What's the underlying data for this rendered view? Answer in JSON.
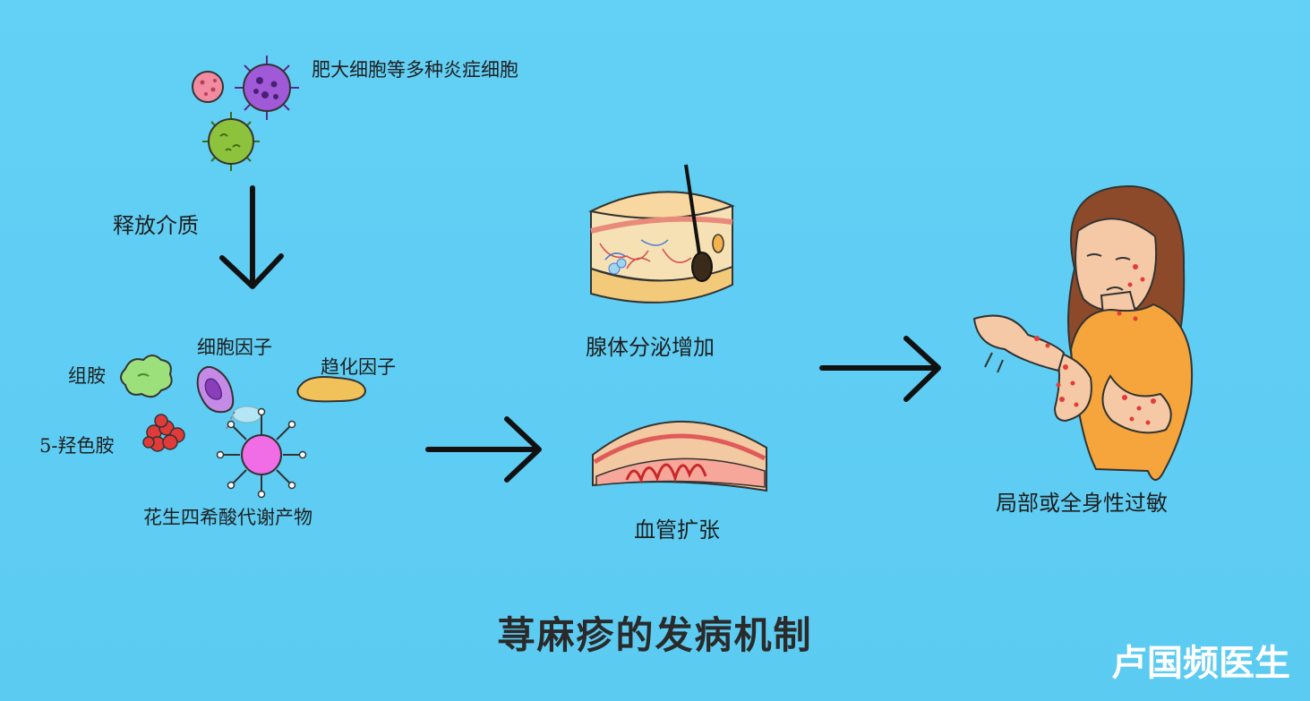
{
  "diagram": {
    "title": "荨麻疹的发病机制",
    "watermark": "卢国频医生",
    "labels": {
      "mast_cells": "肥大细胞等多种炎症细胞",
      "release": "释放介质",
      "cytokine": "细胞因子",
      "chemokine": "趋化因子",
      "histamine": "组胺",
      "serotonin": "5-羟色胺",
      "arachidonic": "花生四希酸代谢产物",
      "gland": "腺体分泌增加",
      "vessel": "血管扩张",
      "allergy": "局部或全身性过敏"
    }
  },
  "colors": {
    "background": "#5fcdf3",
    "mast_cell_pink": "#f28aa0",
    "mast_cell_purple": "#a05ad8",
    "mast_cell_green": "#8cc23c",
    "histamine_green": "#9be07a",
    "serotonin_red": "#e03a3a",
    "cytokine_purple": "#c58ae6",
    "chemokine_yellow": "#f1c15a",
    "arachidonic_magenta": "#f06de6",
    "shirt_orange": "#f5a53c",
    "hair_brown": "#8c4a2a"
  }
}
